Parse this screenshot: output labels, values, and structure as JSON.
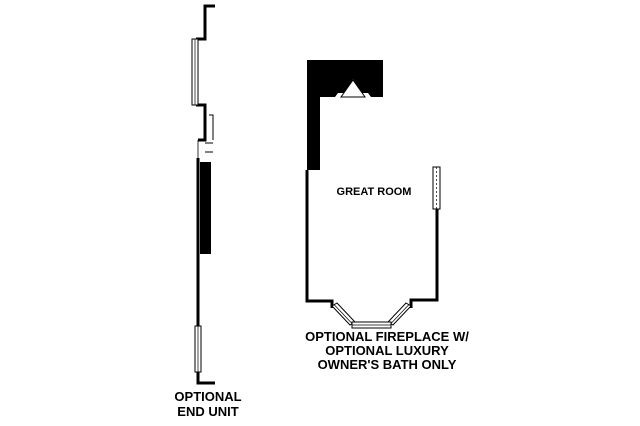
{
  "labels": {
    "great_room": "GREAT ROOM",
    "fireplace_line1": "OPTIONAL FIREPLACE W/",
    "fireplace_line2": "OPTIONAL LUXURY",
    "fireplace_line3": "OWNER'S BATH ONLY",
    "end_unit_line1": "OPTIONAL",
    "end_unit_line2": "END UNIT"
  },
  "colors": {
    "wall": "#000000",
    "background": "#ffffff",
    "window": "#ffffff"
  }
}
